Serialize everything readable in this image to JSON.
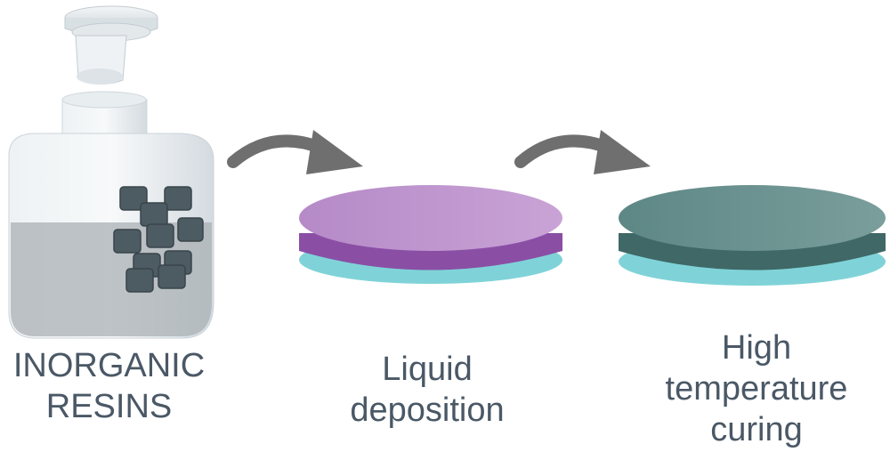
{
  "steps": [
    {
      "id": "inorganic-resins",
      "lines": [
        "INORGANIC",
        "RESINS"
      ]
    },
    {
      "id": "liquid-deposition",
      "lines": [
        "Liquid",
        "deposition"
      ]
    },
    {
      "id": "high-temperature-curing",
      "lines": [
        "High",
        "temperature",
        "curing"
      ]
    }
  ],
  "colors": {
    "text": "#4a5866",
    "arrow": "#6f6f6f",
    "bottle_glass": "#dfe6ea",
    "resin_cubes": "#4d5b63",
    "substrate": "#7fd3d8",
    "liquid_film": "#9b5fb4",
    "cured_film": "#4f7a78"
  },
  "icons": [
    "bottle-with-cap-icon",
    "curved-arrow-icon",
    "coated-disc-icon",
    "cured-disc-icon"
  ]
}
